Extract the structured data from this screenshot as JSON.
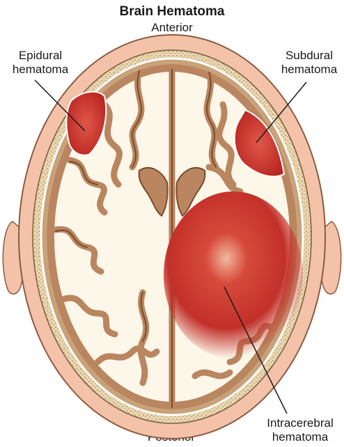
{
  "title": "Brain Hematoma",
  "orientation": {
    "top": "Anterior",
    "bottom": "Posterior"
  },
  "labels": {
    "epidural": [
      "Epidural",
      "hematoma"
    ],
    "subdural": [
      "Subdural",
      "hematoma"
    ],
    "intracerebral": [
      "Intracerebral",
      "hematoma"
    ]
  },
  "colors": {
    "scalp": "#f3c2a8",
    "skull_bone": "#ead7b0",
    "cortex": "#b98660",
    "white_matter": "#fdf7e9",
    "hematoma": "#c8332e"
  }
}
